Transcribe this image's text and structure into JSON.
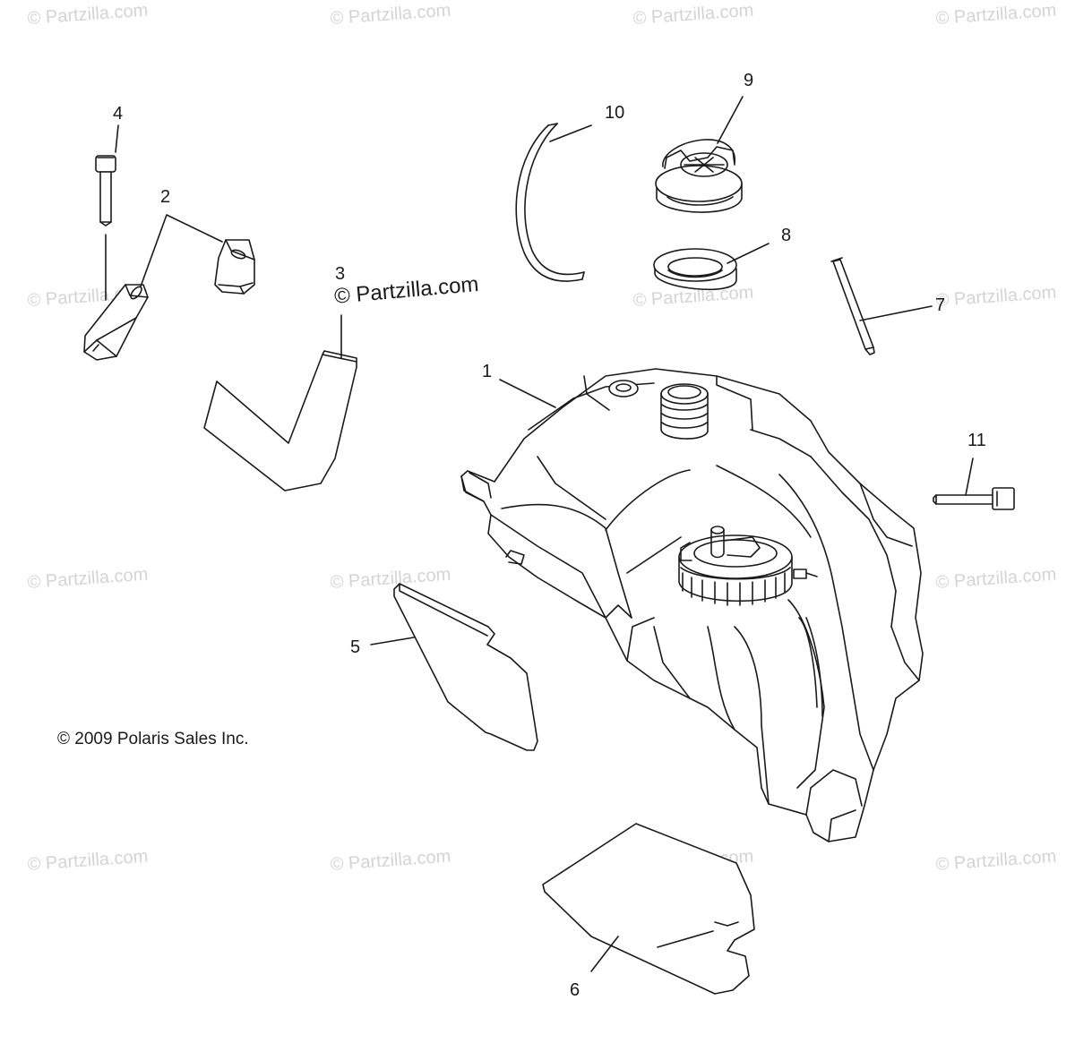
{
  "watermark_text": "© Partzilla.com",
  "featured_watermark_text": "© Partzilla.com",
  "copyright": "© 2009 Polaris Sales Inc.",
  "callouts": [
    "1",
    "2",
    "3",
    "4",
    "5",
    "6",
    "7",
    "8",
    "9",
    "10",
    "11"
  ],
  "parts": [
    {
      "callout": "1",
      "icon": "fuel-tank-icon"
    },
    {
      "callout": "2",
      "icon": "bracket-icon"
    },
    {
      "callout": "3",
      "icon": "pad-icon"
    },
    {
      "callout": "4",
      "icon": "bolt-icon"
    },
    {
      "callout": "5",
      "icon": "pad-icon"
    },
    {
      "callout": "6",
      "icon": "pad-icon"
    },
    {
      "callout": "7",
      "icon": "rod-icon"
    },
    {
      "callout": "8",
      "icon": "gasket-icon"
    },
    {
      "callout": "9",
      "icon": "fuel-cap-icon"
    },
    {
      "callout": "10",
      "icon": "vent-hose-icon"
    },
    {
      "callout": "11",
      "icon": "fitting-icon"
    }
  ]
}
